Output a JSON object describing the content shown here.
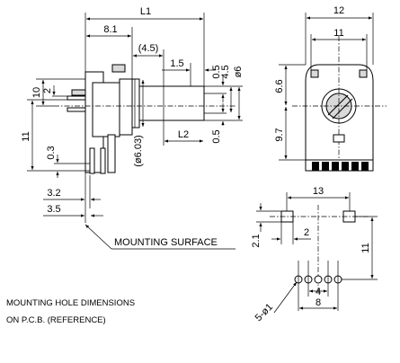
{
  "side_view": {
    "dims": {
      "L1": "L1",
      "d8_1": "8.1",
      "d4_5": "(4.5)",
      "d1_5": "1.5",
      "d0_5_top": "0.5",
      "d4_5_v": "4.5",
      "phi6": "ø6",
      "L2": "L2",
      "d0_5_bot": "0.5",
      "phi6_03": "(ø6.03)",
      "d10": "10",
      "d2": "2",
      "d11": "11",
      "d0_3": "0.3",
      "d3_2": "3.2",
      "d3_5": "3.5"
    },
    "mounting_surface_label": "MOUNTING SURFACE"
  },
  "front_view": {
    "dims": {
      "d12": "12",
      "d11": "11",
      "d6_6": "6.6",
      "d9_7": "9.7"
    }
  },
  "pcb_layout": {
    "dims": {
      "d13": "13",
      "d2_1": "2.1",
      "d2": "2",
      "d11": "11",
      "d5_phi1": "5-ø1",
      "d4": "4",
      "d8": "8"
    }
  },
  "note": {
    "line1": "MOUNTING HOLE DIMENSIONS",
    "line2": "ON P.C.B. (REFERENCE)"
  }
}
